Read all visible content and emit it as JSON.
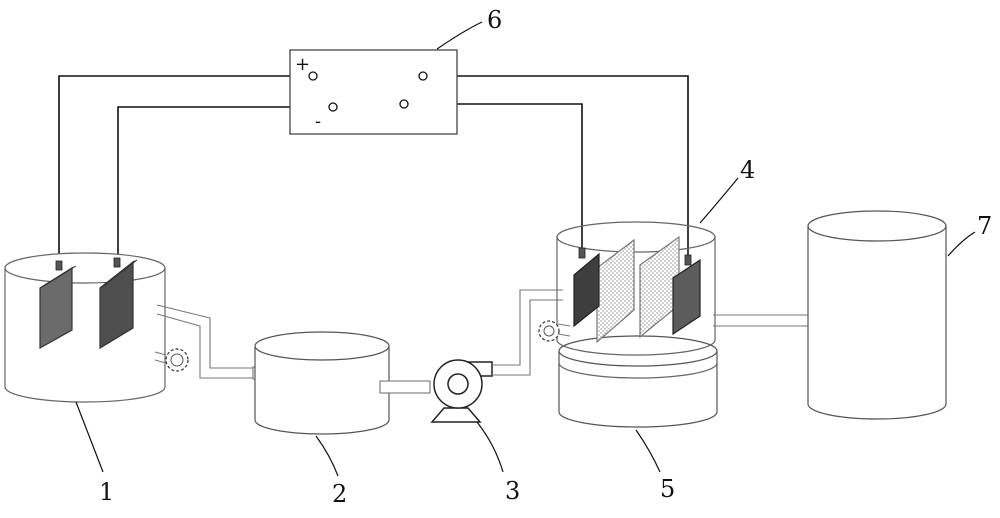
{
  "labels": {
    "tank1": "1",
    "tank2": "2",
    "pump3": "3",
    "cell4": "4",
    "base5": "5",
    "power6": "6",
    "tank7": "7"
  },
  "power_supply": {
    "plus": "+",
    "minus": "-"
  }
}
